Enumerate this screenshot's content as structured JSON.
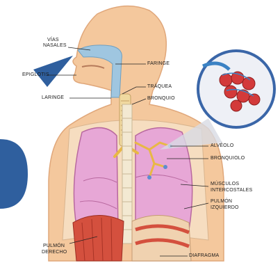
{
  "colors": {
    "skin": "#f4c89d",
    "skin_shadow": "#e9ad7f",
    "lung": "#e7a7d6",
    "lung_dark": "#d185bd",
    "airway": "#9fc6e0",
    "trachea": "#f0d9a0",
    "bone": "#f3e9d2",
    "muscle": "#d4503e",
    "alveoli_blue": "#3b82c4",
    "alveoli_red": "#d33a3a",
    "arrow_blue": "#2f5f9e",
    "line": "#222222"
  },
  "labels": {
    "vias_nasales_line1": "VÍAS",
    "vias_nasales_line2": "NASALES",
    "faringe": "FARINGE",
    "epiglotis": "EPIGLOTIS",
    "traquea": "TRÁQUEA",
    "laringe": "LARINGE",
    "bronquio": "BRONQUIO",
    "alveolo": "ALVÉOLO",
    "bronquiolo": "BRONQUIOLO",
    "musculos_line1": "MÚSCULOS",
    "musculos_line2": "INTERCOSTALES",
    "pulmon_izq_line1": "PULMÓN",
    "pulmon_izq_line2": "IZQUIERDO",
    "pulmon_der_line1": "PULMÓN",
    "pulmon_der_line2": "DERECHO",
    "diafragma": "DIAFRAGMA"
  },
  "icons": {
    "arrow": "arrow-icon",
    "magnifier": "alveoli-zoom-icon"
  }
}
